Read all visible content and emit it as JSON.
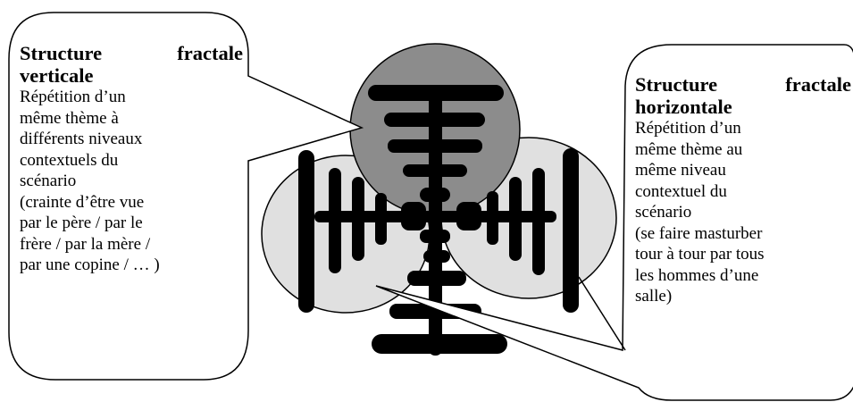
{
  "left_callout": {
    "title_line1": "Structure  fractale",
    "title_line2": "verticale",
    "body_lines": [
      "Répétition d’un",
      "même thème à",
      "différents niveaux",
      "contextuels du",
      "scénario",
      "(crainte d’être vue",
      "par le père / par le",
      "frère / par la mère /",
      "par une copine / … )"
    ]
  },
  "right_callout": {
    "title_line1": "Structure  fractale",
    "title_line2": "horizontale",
    "body_lines": [
      "Répétition d’un",
      "même thème au",
      "même niveau",
      "contextuel du",
      "scénario",
      "(se faire masturber",
      "tour à tour par tous",
      "les hommes d’une",
      "salle)"
    ]
  },
  "colors": {
    "top_circle": "#8c8c8c",
    "side_circles": "#e0e0e0",
    "shapes": "#000000",
    "outline": "#000000"
  }
}
